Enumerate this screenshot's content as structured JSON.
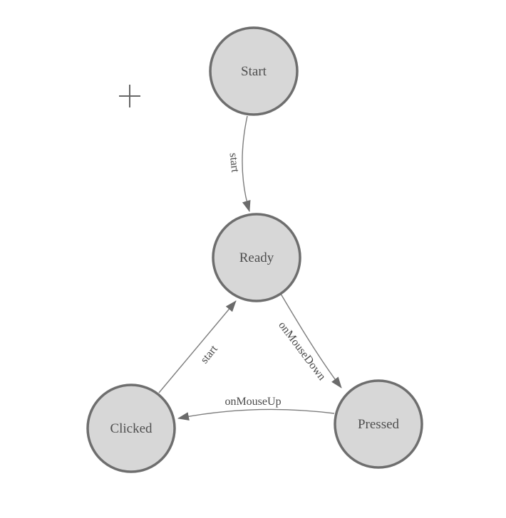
{
  "canvas": {
    "background": "#ffffff",
    "icons": {
      "plus_icon": "+"
    }
  },
  "colors": {
    "node_fill": "#d7d7d7",
    "node_stroke": "#6e6e6e",
    "edge_stroke": "#7d7d7d",
    "arrow_fill": "#6b6b6b",
    "node_label_color": "#4f4f4f",
    "edge_label_color": "#4a4a4a",
    "plus_color": "#666666"
  },
  "diagram": {
    "type": "state-machine",
    "nodes": [
      {
        "id": "start",
        "label": "Start"
      },
      {
        "id": "ready",
        "label": "Ready"
      },
      {
        "id": "clicked",
        "label": "Clicked"
      },
      {
        "id": "pressed",
        "label": "Pressed"
      }
    ],
    "edges": [
      {
        "from": "start",
        "to": "ready",
        "label": "start"
      },
      {
        "from": "ready",
        "to": "pressed",
        "label": "onMouseDown"
      },
      {
        "from": "pressed",
        "to": "clicked",
        "label": "onMouseUp"
      },
      {
        "from": "clicked",
        "to": "ready",
        "label": "start"
      }
    ]
  }
}
